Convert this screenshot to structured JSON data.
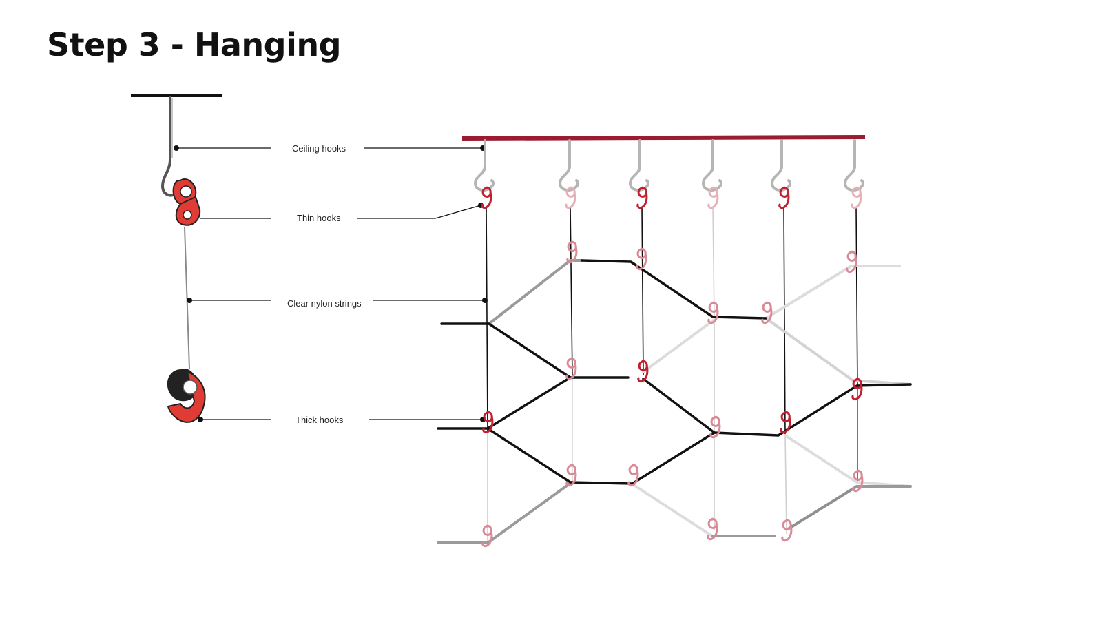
{
  "title": "Step 3 - Hanging",
  "labels": {
    "ceiling_hooks": "Ceiling hooks",
    "thin_hooks": "Thin hooks",
    "clear_nylon_strings": "Clear nylon strings",
    "thick_hooks": "Thick hooks"
  },
  "colors": {
    "ceiling_rail": "#9b1b30",
    "hook_red": "#e03c35",
    "hook_pink": "#d98a96",
    "ceiling_hook_gray": "#b5b5b5"
  },
  "icons": [
    "ceiling-hook-icon",
    "thin-hook-icon",
    "thick-hook-icon"
  ]
}
